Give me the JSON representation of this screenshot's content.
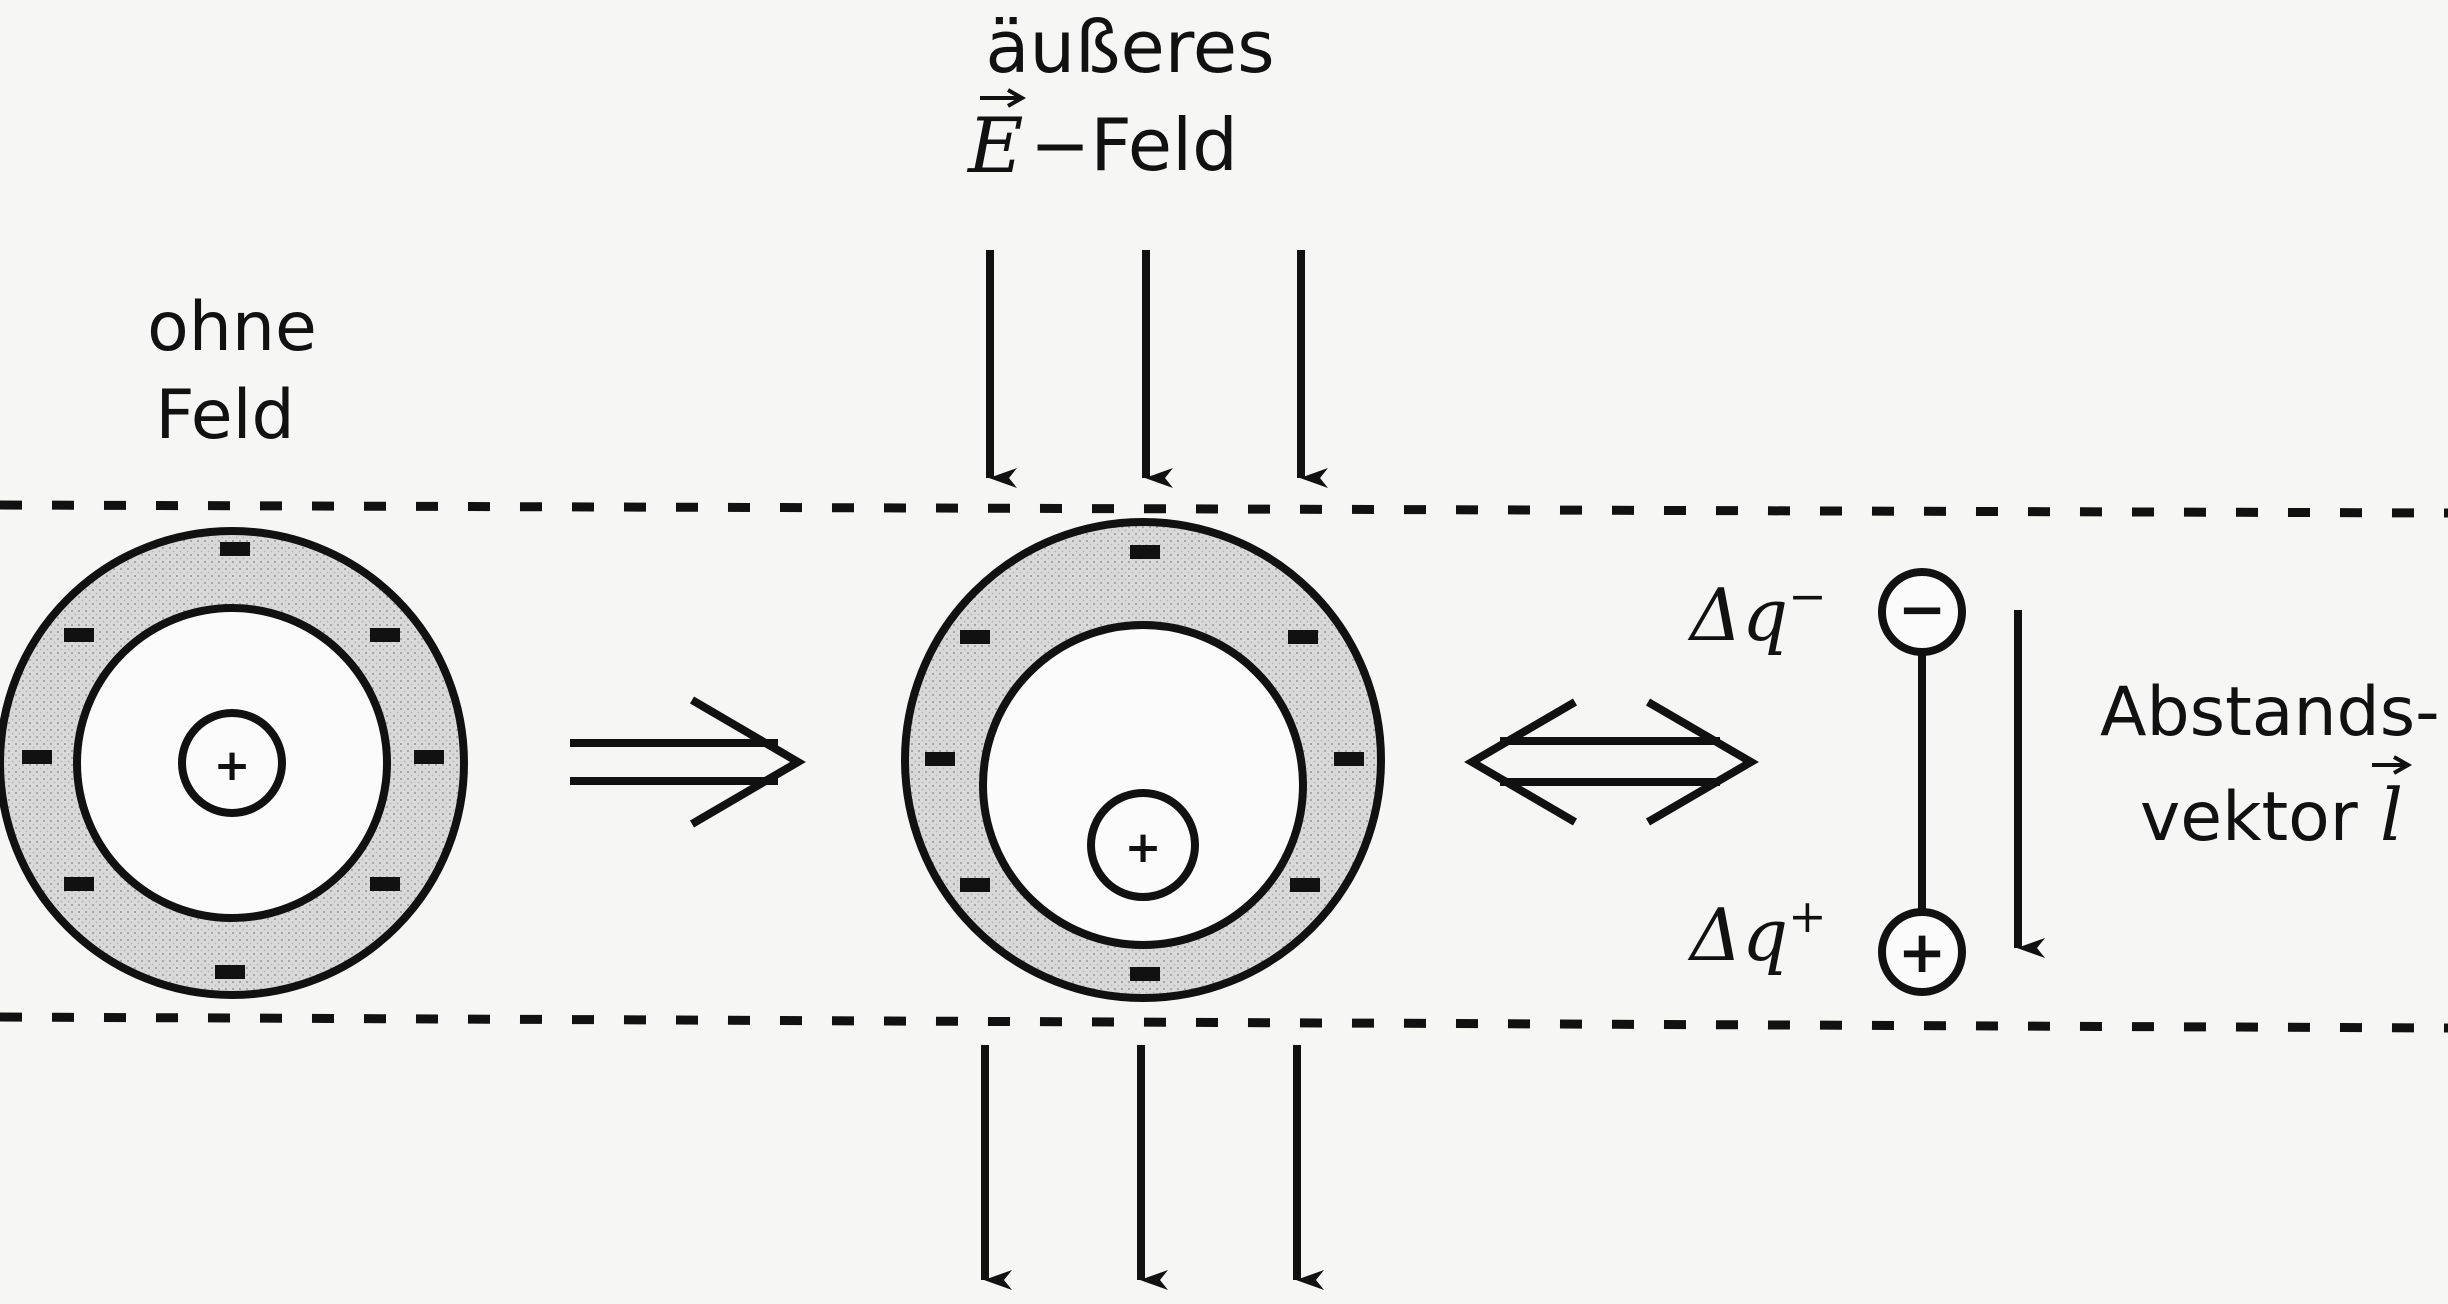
{
  "labels": {
    "field_title_line1": "äußeres",
    "field_title_symbol": "E",
    "field_title_rest": "−Feld",
    "no_field_line1": "ohne",
    "no_field_line2": "Feld",
    "dq_minus_base": "Δq",
    "dq_minus_sup": "−",
    "dq_plus_base": "Δq",
    "dq_plus_sup": "+",
    "distance_line1": "Abstands-",
    "distance_line2_text": "vektor ",
    "distance_line2_symbol": "l"
  },
  "signs": {
    "minus": "−",
    "plus": "+"
  },
  "colors": {
    "ink": "#111111",
    "background": "#f6f6f5",
    "electron_shell": "#d6d6d6",
    "shell_dots": "#9a9a9a"
  },
  "icons": {
    "transition_arrow": "double-right-arrow",
    "equivalence_arrow": "double-left-right-arrow",
    "field_arrows": "down-arrow"
  }
}
